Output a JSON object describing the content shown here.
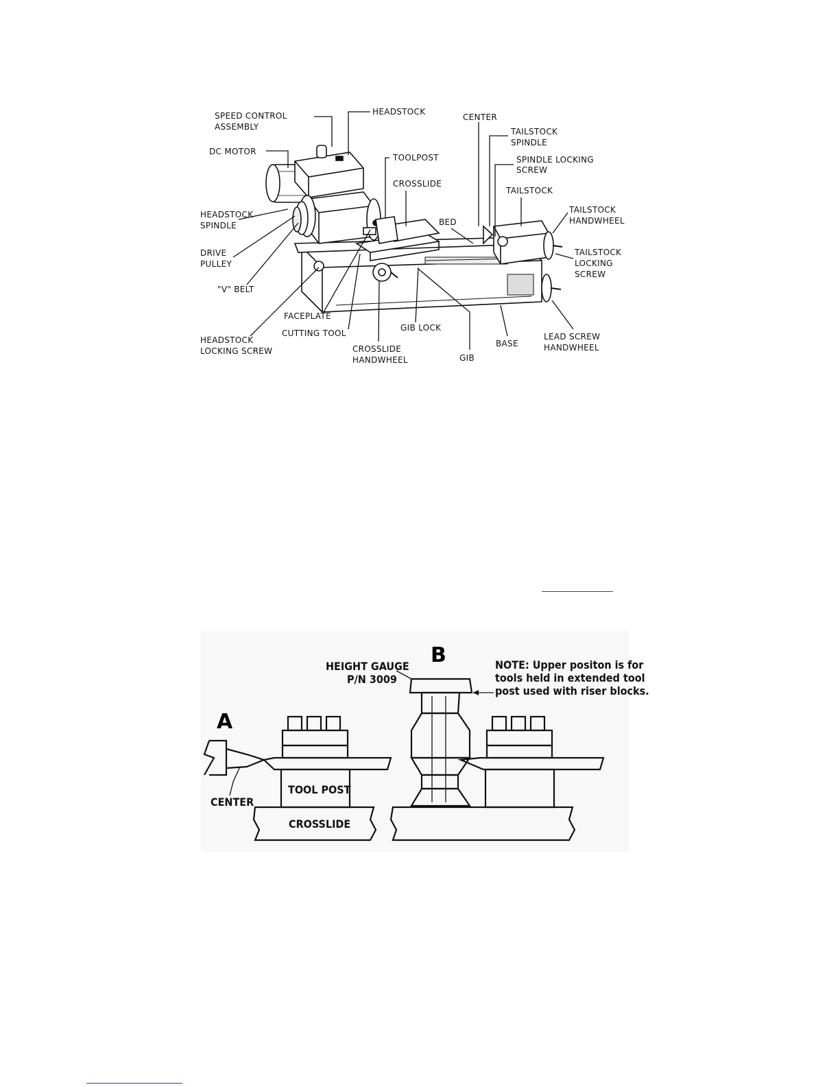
{
  "figure1": {
    "labels": {
      "speed_control_1": "SPEED CONTROL",
      "speed_control_2": "ASSEMBLY",
      "headstock": "HEADSTOCK",
      "center": "CENTER",
      "tailstock_spindle_1": "TAILSTOCK",
      "tailstock_spindle_2": "SPINDLE",
      "dc_motor": "DC MOTOR",
      "toolpost": "TOOLPOST",
      "spindle_locking_1": "SPINDLE LOCKING",
      "spindle_locking_2": "SCREW",
      "crosslide": "CROSSLIDE",
      "tailstock": "TAILSTOCK",
      "headstock_spindle_1": "HEADSTOCK",
      "headstock_spindle_2": "SPINDLE",
      "tailstock_handwheel_1": "TAILSTOCK",
      "tailstock_handwheel_2": "HANDWHEEL",
      "bed": "BED",
      "drive_pulley_1": "DRIVE",
      "drive_pulley_2": "PULLEY",
      "tailstock_locking_1": "TAILSTOCK",
      "tailstock_locking_2": "LOCKING",
      "tailstock_locking_3": "SCREW",
      "v_belt": "\"V\" BELT",
      "faceplate": "FACEPLATE",
      "gib_lock": "GIB LOCK",
      "cutting_tool": "CUTTING TOOL",
      "headstock_locking_1": "HEADSTOCK",
      "headstock_locking_2": "LOCKING SCREW",
      "crosslide_handwheel_1": "CROSSLIDE",
      "crosslide_handwheel_2": "HANDWHEEL",
      "gib": "GIB",
      "base": "BASE",
      "lead_screw_1": "LEAD SCREW",
      "lead_screw_2": "HANDWHEEL"
    }
  },
  "figure2": {
    "label_a": "A",
    "label_b": "B",
    "height_gauge_1": "HEIGHT GAUGE",
    "height_gauge_2": "P/N 3009",
    "note_1": "NOTE: Upper positon is for",
    "note_2": "tools held in extended tool",
    "note_3": "post used with riser blocks.",
    "tool_post": "TOOL POST",
    "center": "CENTER",
    "crosslide": "CROSSLIDE"
  }
}
